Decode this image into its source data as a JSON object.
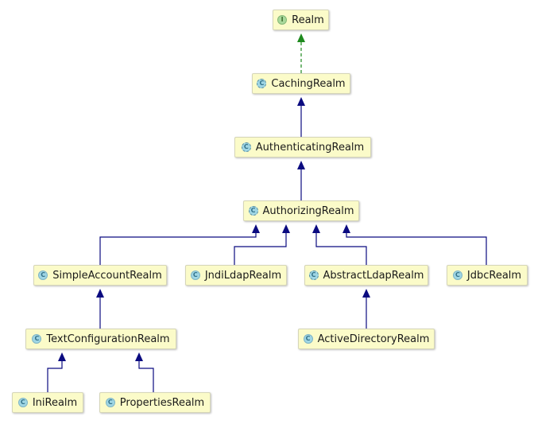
{
  "diagram": {
    "nodes": [
      {
        "id": "realm",
        "label": "Realm",
        "kind": "interface",
        "badge": "I"
      },
      {
        "id": "caching",
        "label": "CachingRealm",
        "kind": "abstract-class",
        "badge": "C"
      },
      {
        "id": "authenticating",
        "label": "AuthenticatingRealm",
        "kind": "abstract-class",
        "badge": "C"
      },
      {
        "id": "authorizing",
        "label": "AuthorizingRealm",
        "kind": "abstract-class",
        "badge": "C"
      },
      {
        "id": "simpleaccount",
        "label": "SimpleAccountRealm",
        "kind": "class",
        "badge": "C"
      },
      {
        "id": "jndildap",
        "label": "JndiLdapRealm",
        "kind": "class",
        "badge": "C"
      },
      {
        "id": "abstractldap",
        "label": "AbstractLdapRealm",
        "kind": "abstract-class",
        "badge": "C"
      },
      {
        "id": "jdbc",
        "label": "JdbcRealm",
        "kind": "class",
        "badge": "C"
      },
      {
        "id": "textconfig",
        "label": "TextConfigurationRealm",
        "kind": "class",
        "badge": "C"
      },
      {
        "id": "activedirectory",
        "label": "ActiveDirectoryRealm",
        "kind": "class",
        "badge": "C"
      },
      {
        "id": "inirealm",
        "label": "IniRealm",
        "kind": "class",
        "badge": "C"
      },
      {
        "id": "properties",
        "label": "PropertiesRealm",
        "kind": "class",
        "badge": "C"
      }
    ],
    "edges": [
      {
        "from": "caching",
        "to": "realm",
        "type": "implements"
      },
      {
        "from": "authenticating",
        "to": "caching",
        "type": "extends"
      },
      {
        "from": "authorizing",
        "to": "authenticating",
        "type": "extends"
      },
      {
        "from": "simpleaccount",
        "to": "authorizing",
        "type": "extends"
      },
      {
        "from": "jndildap",
        "to": "authorizing",
        "type": "extends"
      },
      {
        "from": "abstractldap",
        "to": "authorizing",
        "type": "extends"
      },
      {
        "from": "jdbc",
        "to": "authorizing",
        "type": "extends"
      },
      {
        "from": "textconfig",
        "to": "simpleaccount",
        "type": "extends"
      },
      {
        "from": "activedirectory",
        "to": "abstractldap",
        "type": "extends"
      },
      {
        "from": "inirealm",
        "to": "textconfig",
        "type": "extends"
      },
      {
        "from": "properties",
        "to": "textconfig",
        "type": "extends"
      }
    ],
    "colors": {
      "extends": "#0b0b80",
      "implements": "#1e8a1e",
      "node_fill": "#fbfbc9"
    }
  }
}
